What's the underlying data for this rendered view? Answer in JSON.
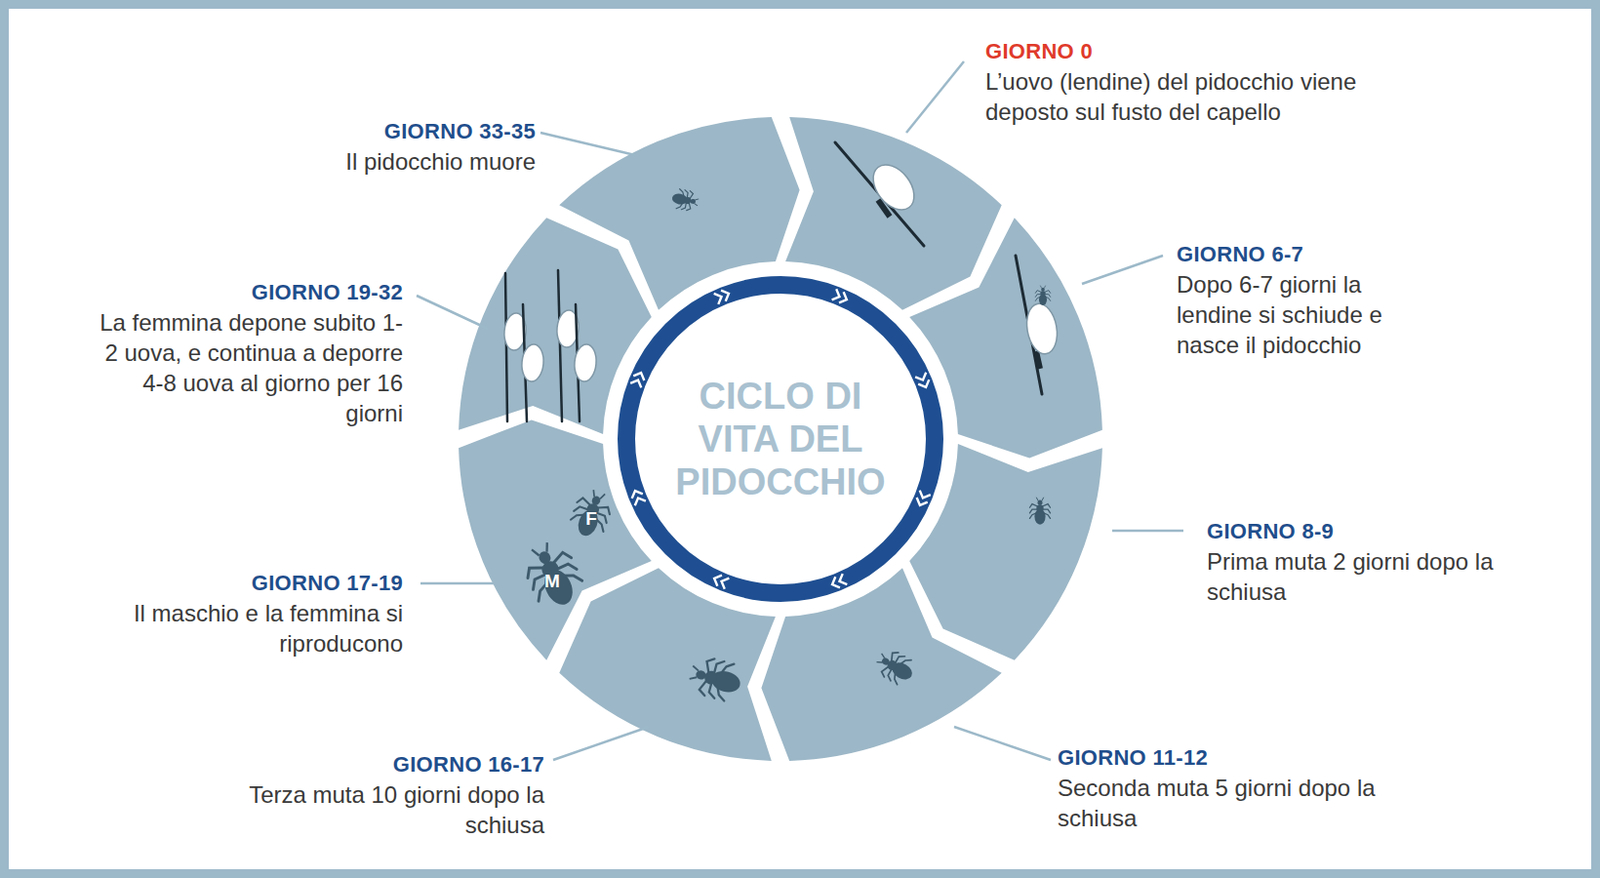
{
  "diagram": {
    "nodes": [
      {
        "text": [
          "CICLO DI VITA DEL PIDOCCHIO"
        ]
      }
    ],
    "labels": [
      "GIORNO 0",
      "L’uovo (lendine) del pidocchio viene deposto sul fusto del capello",
      "GIORNO 33-35",
      "Il pidocchio muore",
      "GIORNO 6-7",
      "Dopo 6-7 giorni la lendine si schiude e nasce il pidocchio",
      "GIORNO 19-32",
      "La femmina depone subito 1-2 uova, e continua a deporre 4-8 uova al giorno per 16 giorni",
      "GIORNO 8-9",
      "Prima muta 2 giorni dopo la schiusa",
      "GIORNO 17-19",
      "Il maschio e la femmina si riproducono",
      "GIORNO 16-17",
      "Terza muta 10 giorni dopo la schiusa",
      "GIORNO 11-12",
      "Seconda muta 5 giorni dopo la schiusa",
      "F",
      "M"
    ]
  }
}
